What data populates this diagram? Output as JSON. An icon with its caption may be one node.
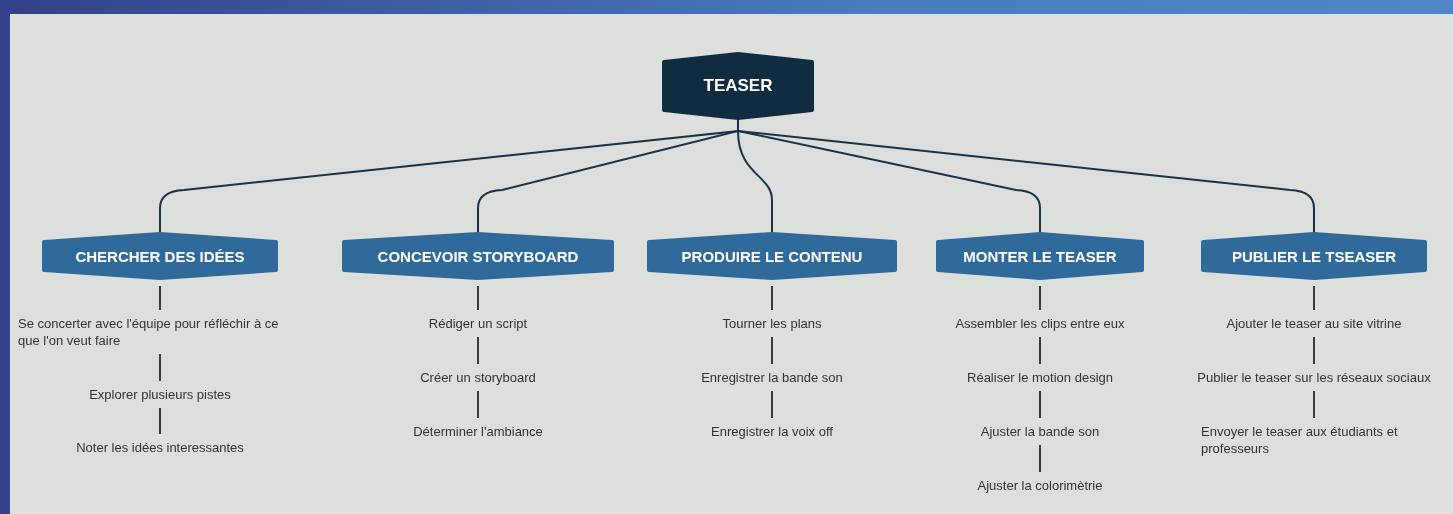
{
  "diagram": {
    "nodes": [
      {
        "text": [
          "TEASER"
        ]
      },
      {
        "text": [
          "CHERCHER DES IDÉES"
        ]
      },
      {
        "text": [
          "CONCEVOIR STORYBOARD"
        ]
      },
      {
        "text": [
          "PRODUIRE LE CONTENU"
        ]
      },
      {
        "text": [
          "MONTER LE TEASER"
        ]
      },
      {
        "text": [
          "PUBLIER LE TSEASER"
        ]
      },
      {
        "text": [
          "Se concerter avec l'équipe pour réfléchir à ce que l'on veut faire"
        ]
      },
      {
        "text": [
          "Explorer plusieurs pistes"
        ]
      },
      {
        "text": [
          "Noter les idées interessantes"
        ]
      },
      {
        "text": [
          "Rédiger un script"
        ]
      },
      {
        "text": [
          "Créer un storyboard"
        ]
      },
      {
        "text": [
          "Déterminer l'ambiance"
        ]
      },
      {
        "text": [
          "Tourner les plans"
        ]
      },
      {
        "text": [
          "Enregistrer la bande son"
        ]
      },
      {
        "text": [
          "Enregistrer la voix off"
        ]
      },
      {
        "text": [
          "Assembler les clips entre eux"
        ]
      },
      {
        "text": [
          "Réaliser le motion design"
        ]
      },
      {
        "text": [
          "Ajuster la bande son"
        ]
      },
      {
        "text": [
          "Ajuster la colorimètrie"
        ]
      },
      {
        "text": [
          "Ajouter le teaser au site vitrine"
        ]
      },
      {
        "text": [
          "Publier le teaser sur les réseaux sociaux"
        ]
      },
      {
        "text": [
          "Envoyer le teaser aux étudiants et professeurs"
        ]
      }
    ],
    "edges": [
      {
        "from": 0,
        "to": 1,
        "arrow": "none"
      },
      {
        "from": 0,
        "to": 2,
        "arrow": "none"
      },
      {
        "from": 0,
        "to": 3,
        "arrow": "none"
      },
      {
        "from": 0,
        "to": 4,
        "arrow": "none"
      },
      {
        "from": 0,
        "to": 5,
        "arrow": "none"
      },
      {
        "from": 1,
        "to": 6,
        "arrow": "none"
      },
      {
        "from": 6,
        "to": 7,
        "arrow": "none"
      },
      {
        "from": 7,
        "to": 8,
        "arrow": "none"
      },
      {
        "from": 2,
        "to": 9,
        "arrow": "none"
      },
      {
        "from": 9,
        "to": 10,
        "arrow": "none"
      },
      {
        "from": 10,
        "to": 11,
        "arrow": "none"
      },
      {
        "from": 3,
        "to": 12,
        "arrow": "none"
      },
      {
        "from": 12,
        "to": 13,
        "arrow": "none"
      },
      {
        "from": 13,
        "to": 14,
        "arrow": "none"
      },
      {
        "from": 4,
        "to": 15,
        "arrow": "none"
      },
      {
        "from": 15,
        "to": 16,
        "arrow": "none"
      },
      {
        "from": 16,
        "to": 17,
        "arrow": "none"
      },
      {
        "from": 17,
        "to": 18,
        "arrow": "none"
      },
      {
        "from": 5,
        "to": 19,
        "arrow": "none"
      },
      {
        "from": 19,
        "to": 20,
        "arrow": "none"
      },
      {
        "from": 20,
        "to": 21,
        "arrow": "none"
      }
    ]
  }
}
